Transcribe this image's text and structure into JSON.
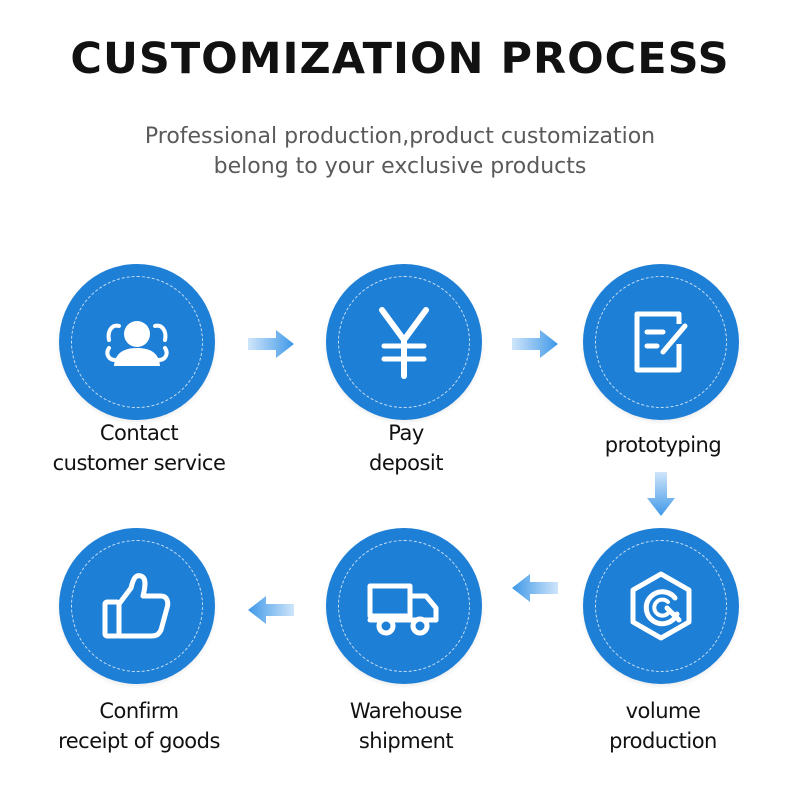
{
  "header": {
    "title": "CUSTOMIZATION PROCESS",
    "subtitle_line1": "Professional production,product customization",
    "subtitle_line2": "belong to your exclusive products"
  },
  "colors": {
    "circle": "#1e7fd6",
    "arrow": "#5aa9ee",
    "title": "#111111",
    "subtitle": "#5a5a5a"
  },
  "steps": [
    {
      "icon": "customer-service-icon",
      "line1": "Contact",
      "line2": "customer service"
    },
    {
      "icon": "yen-icon",
      "line1": "Pay",
      "line2": "deposit"
    },
    {
      "icon": "edit-document-icon",
      "line1": "prototyping",
      "line2": ""
    },
    {
      "icon": "production-hexagon-icon",
      "line1": "volume",
      "line2": "production"
    },
    {
      "icon": "delivery-truck-icon",
      "line1": "Warehouse",
      "line2": "shipment"
    },
    {
      "icon": "thumbs-up-icon",
      "line1": "Confirm",
      "line2": "receipt of goods"
    }
  ]
}
